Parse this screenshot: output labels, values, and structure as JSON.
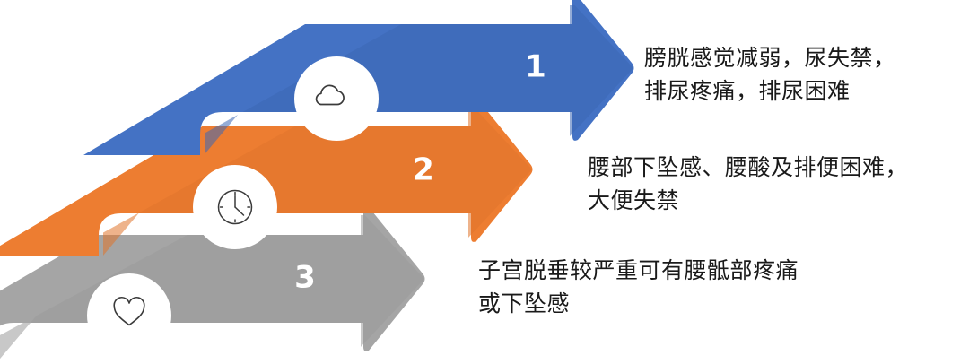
{
  "diagram": {
    "type": "process-arrows",
    "title_visible": false,
    "background_color": "#FFFFFF",
    "steps": [
      {
        "number": "1",
        "color": "#4472C4",
        "shade_color": "#3D67B4",
        "icon": "cloud-icon",
        "icon_label": "cloud",
        "description": "膀胱感觉减弱，尿失禁，\n排尿疼痛，排尿困难"
      },
      {
        "number": "2",
        "color": "#ED7D31",
        "shade_color": "#E0742C",
        "icon": "clock-icon",
        "icon_label": "clock",
        "description": "腰部下坠感、腰酸及排便困难，\n大便失禁"
      },
      {
        "number": "3",
        "color": "#A5A5A5",
        "shade_color": "#9B9B9B",
        "icon": "heart-icon",
        "icon_label": "heart",
        "description": "子宫脱垂较严重可有腰骶部疼痛\n或下坠感"
      }
    ]
  }
}
